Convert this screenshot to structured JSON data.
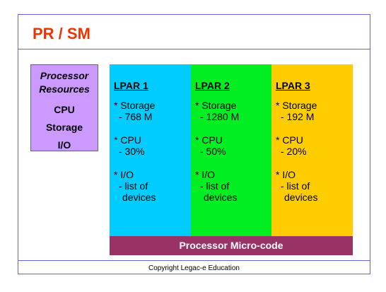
{
  "title": "PR / SM",
  "resources": {
    "heading_line1": "Processor",
    "heading_line2": "Resources",
    "items": [
      "CPU",
      "Storage",
      "I/O"
    ]
  },
  "lpars": [
    {
      "title": "LPAR 1",
      "storage_label": "* Storage",
      "storage_value": "- 768 M",
      "cpu_label": "* CPU",
      "cpu_value": "- 30%",
      "io_label": "* I/O",
      "io_line1": "- list of",
      "io_line2": "devices"
    },
    {
      "title": "LPAR 2",
      "storage_label": "* Storage",
      "storage_value": "- 1280 M",
      "cpu_label": "* CPU",
      "cpu_value": "- 50%",
      "io_label": "* I/O",
      "io_line1": "- list of",
      "io_line2": "devices"
    },
    {
      "title": "LPAR 3",
      "storage_label": "* Storage",
      "storage_value": "- 192 M",
      "cpu_label": "* CPU",
      "cpu_value": "- 20%",
      "io_label": "* I/O",
      "io_line1": "- list of",
      "io_line2": "devices"
    }
  ],
  "microcode_label": "Processor Micro-code",
  "footer": "Copyright Legac-e Education",
  "colors": {
    "title": "#ee3300",
    "resources": "#cc99ff",
    "lpar1": "#00ccff",
    "lpar2": "#00ee22",
    "lpar3": "#ffcc00",
    "microcode": "#993366",
    "rule": "#6666cc"
  }
}
